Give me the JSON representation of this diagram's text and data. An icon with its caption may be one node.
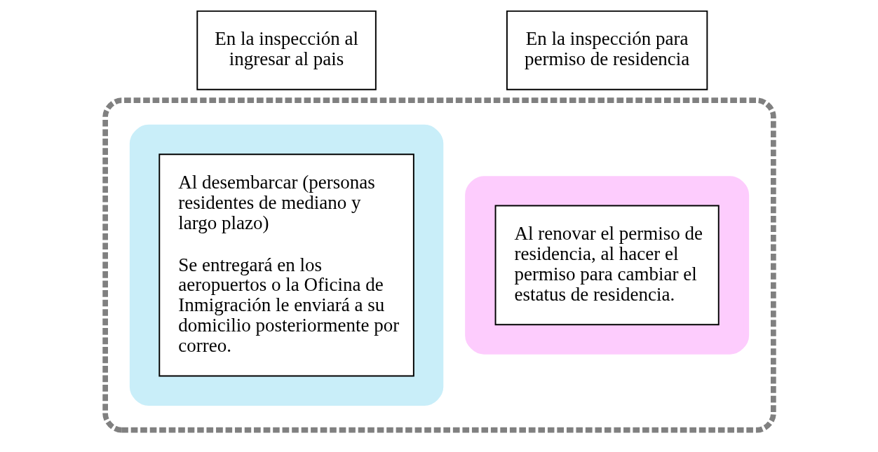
{
  "diagram": {
    "nodes": [
      {
        "text": [
          "En la inspección al ingresar al pais"
        ]
      },
      {
        "text": [
          "En la inspección para permiso de residencia"
        ]
      },
      {
        "text": [],
        "shape": "box"
      },
      {
        "text": [],
        "shape": "box",
        "in": 2
      },
      {
        "text": [
          "Al desembarcar (personas residentes de mediano y largo plazo)",
          "Se entregará en los aeropuertos o la Oficina de Inmigración le enviará a su domicilio posteriormente por correo."
        ],
        "in": 3
      },
      {
        "text": [],
        "shape": "box",
        "in": 2
      },
      {
        "text": [
          "Al renovar el permiso de residencia, al hacer el permiso para cambiar el estatus de residencia."
        ],
        "in": 5
      }
    ]
  }
}
